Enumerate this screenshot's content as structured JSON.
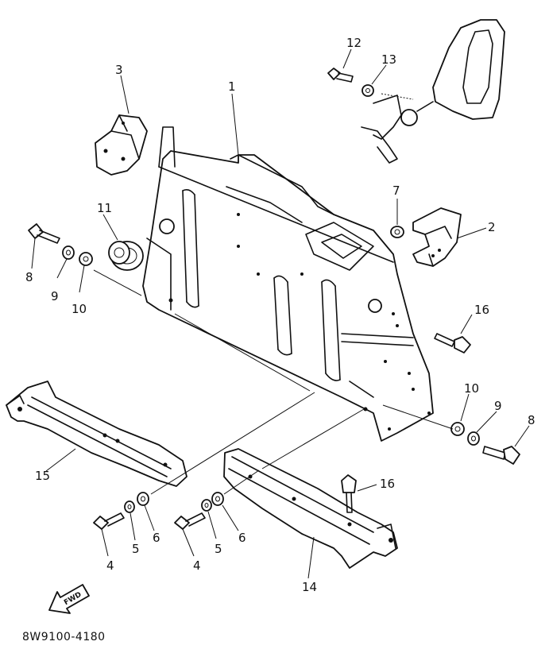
{
  "callouts": {
    "c1": "1",
    "c2": "2",
    "c3": "3",
    "c4a": "4",
    "c4b": "4",
    "c5a": "5",
    "c5b": "5",
    "c6a": "6",
    "c6b": "6",
    "c7": "7",
    "c8a": "8",
    "c8b": "8",
    "c9a": "9",
    "c9b": "9",
    "c10a": "10",
    "c10b": "10",
    "c11": "11",
    "c12": "12",
    "c13": "13",
    "c14": "14",
    "c15": "15",
    "c16a": "16",
    "c16b": "16"
  },
  "fwd_label": "FWD",
  "diagram_code": "8W9100-4180"
}
